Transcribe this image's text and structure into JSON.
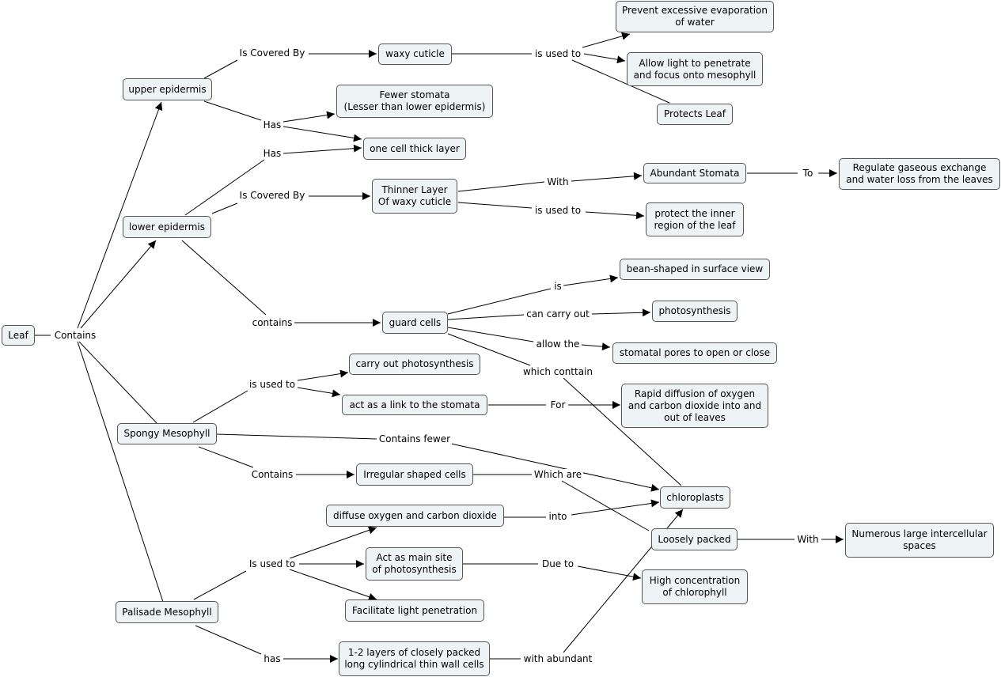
{
  "nodes": {
    "leaf": "Leaf",
    "upper_epidermis": "upper epidermis",
    "lower_epidermis": "lower epidermis",
    "spongy_mesophyll": "Spongy Mesophyll",
    "palisade_mesophyll": "Palisade Mesophyll",
    "waxy_cuticle": "waxy cuticle",
    "prevent_evap_1": "Prevent excessive evaporation",
    "prevent_evap_2": "of water",
    "allow_light_1": "Allow light to penetrate",
    "allow_light_2": "and focus onto mesophyll",
    "protects_leaf": "Protects Leaf",
    "fewer_stomata_1": "Fewer stomata",
    "fewer_stomata_2": "(Lesser than lower epidermis)",
    "one_cell": "one cell thick layer",
    "thinner_1": "Thinner Layer",
    "thinner_2": "Of waxy cuticle",
    "abundant_stomata": "Abundant Stomata",
    "regulate_1": "Regulate gaseous exchange",
    "regulate_2": "and water loss from the leaves",
    "protect_inner_1": "protect the inner",
    "protect_inner_2": "region of the leaf",
    "guard_cells": "guard cells",
    "bean_shaped": "bean-shaped in surface view",
    "photosynthesis": "photosynthesis",
    "stomatal_pores": "stomatal pores to open or close",
    "carry_out_photo": "carry out photosynthesis",
    "link_stomata": "act as a link to the stomata",
    "rapid_1": "Rapid diffusion of oxygen",
    "rapid_2": "and carbon dioxide into and",
    "rapid_3": "out of leaves",
    "irregular": "Irregular shaped cells",
    "chloroplasts": "chloroplasts",
    "diffuse": "diffuse oxygen and carbon dioxide",
    "loosely": "Loosely packed",
    "numerous_1": "Numerous large intercellular",
    "numerous_2": "spaces",
    "main_site_1": "Act as main site",
    "main_site_2": "of photosynthesis",
    "high_conc_1": "High concentration",
    "high_conc_2": "of chlorophyll",
    "facilitate": "Facilitate light penetration",
    "layers_1": "1-2 layers of closely packed",
    "layers_2": "long cylindrical thin wall cells"
  },
  "labels": {
    "contains": "Contains",
    "is_covered_by_upper": "Is Covered By",
    "is_used_to_wax": "is used to",
    "has_upper": "Has",
    "has_lower": "Has",
    "is_covered_by_lower": "Is Covered By",
    "with_thin": "With",
    "to_abundant": "To",
    "is_used_to_thin": "is used to",
    "contains_lower": "contains",
    "is_guard": "is",
    "can_carry_out": "can carry out",
    "allow_the": "allow the",
    "which_conttain": "which conttain",
    "is_used_to_spongy": "is used to",
    "for_link": "For",
    "contains_fewer": "Contains fewer",
    "contains_spongy": "Contains",
    "which_are": "Which are",
    "into": "into",
    "with_loosely": "With",
    "is_used_to_palisade": "Is used to",
    "due_to": "Due to",
    "has_palisade": "has",
    "with_abundant": "with abundant"
  }
}
